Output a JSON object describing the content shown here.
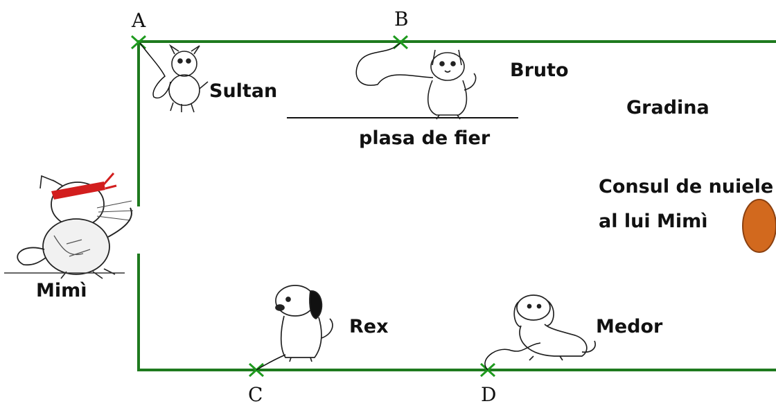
{
  "points": {
    "a": "A",
    "b": "B",
    "c": "C",
    "d": "D"
  },
  "labels": {
    "mimi": "Mimì",
    "sultan": "Sultan",
    "bruto": "Bruto",
    "rex": "Rex",
    "medor": "Medor",
    "fence": "plasa de fier",
    "garden": "Gradina",
    "basket_line1": "Consul de nuiele",
    "basket_line2": "al lui Mimì"
  },
  "colors": {
    "garden_border": "#1e7a1e",
    "stake_mark": "#1e9a1e",
    "basket": "#d2691e",
    "ink": "#111111",
    "bandana": "#d21e1e"
  }
}
